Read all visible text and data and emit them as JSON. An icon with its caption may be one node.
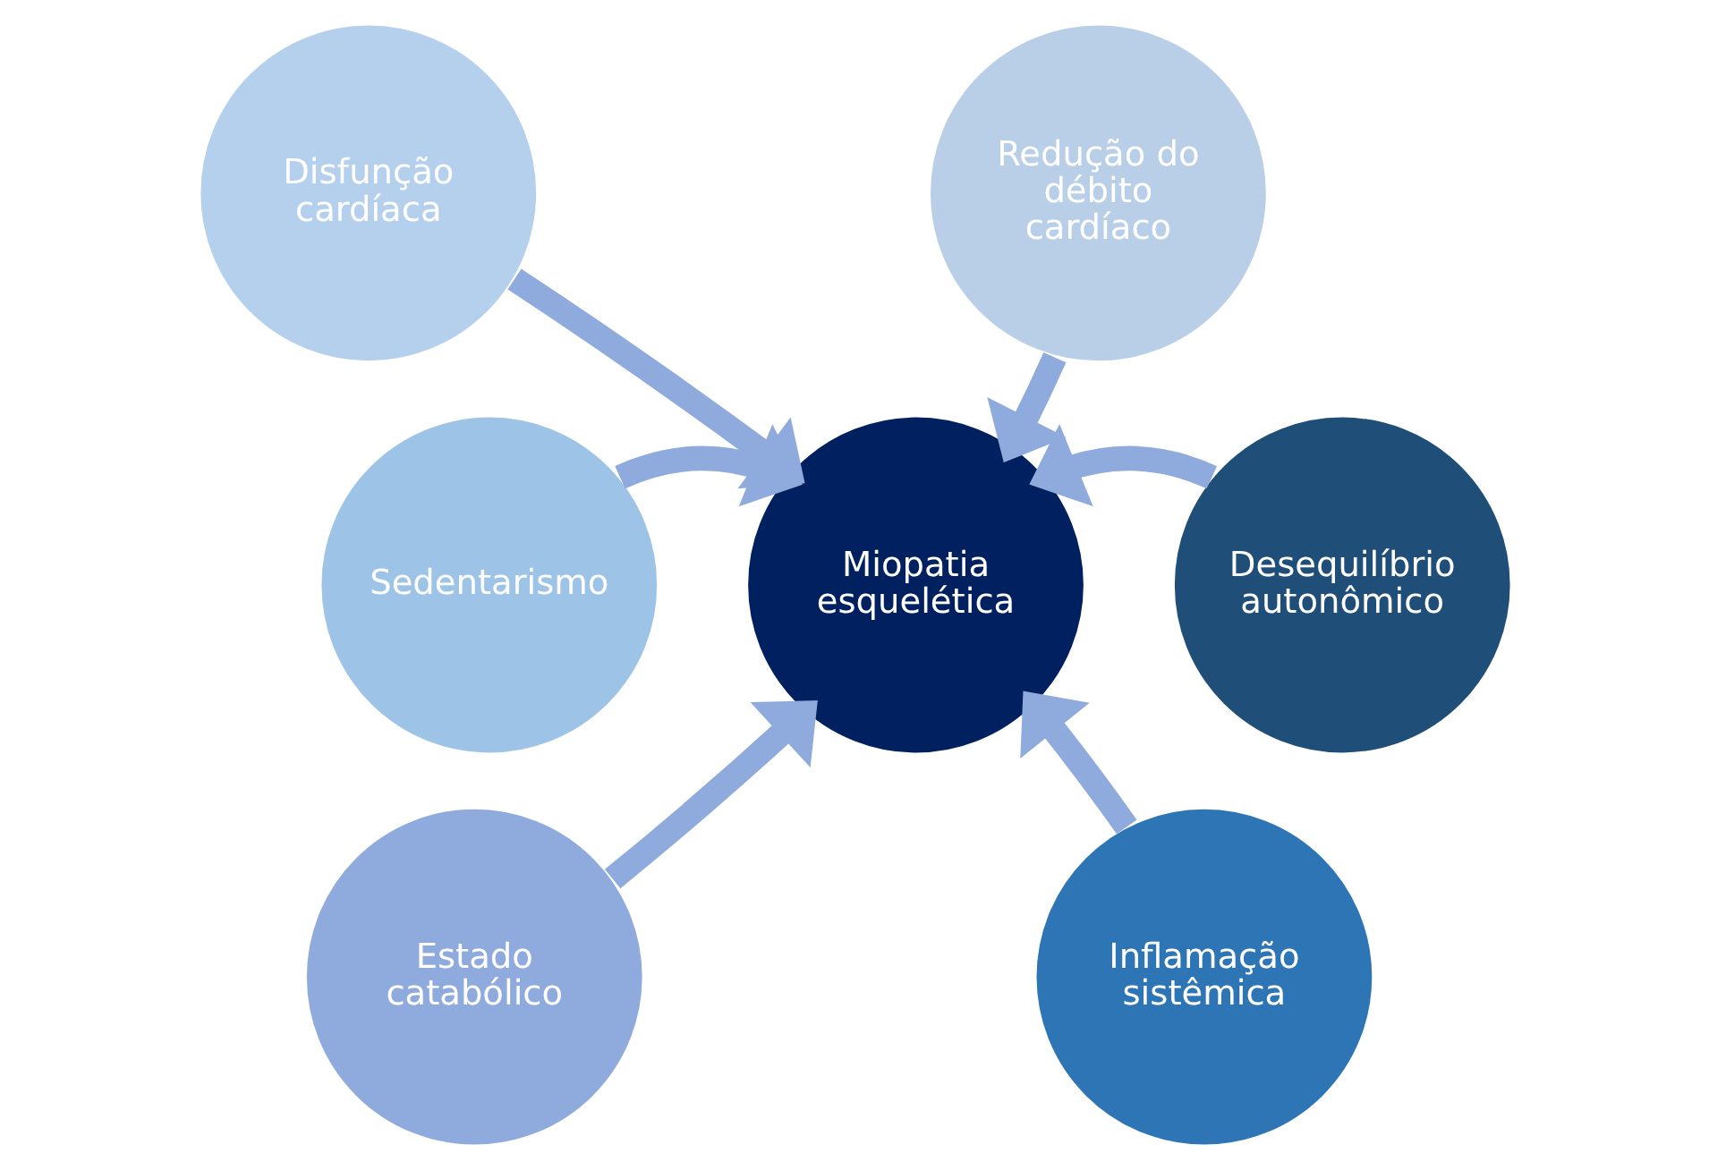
{
  "diagram": {
    "nodes": [
      {
        "text": [
          "Disfunção cardíaca"
        ]
      },
      {
        "text": [
          "Redução do débito cardíaco"
        ]
      },
      {
        "text": [
          "Sedentarismo"
        ]
      },
      {
        "text": [
          "Miopatia esquelética"
        ]
      },
      {
        "text": [
          "Desequilíbrio autonômico"
        ]
      },
      {
        "text": [
          "Estado catabólico"
        ]
      },
      {
        "text": [
          "Inflamação sistêmica"
        ]
      }
    ],
    "edges": [
      {
        "from": 0,
        "to": 3,
        "arrow": "to"
      },
      {
        "from": 1,
        "to": 3,
        "arrow": "to"
      },
      {
        "from": 2,
        "to": 3,
        "arrow": "to"
      },
      {
        "from": 4,
        "to": 3,
        "arrow": "to"
      },
      {
        "from": 5,
        "to": 3,
        "arrow": "to"
      },
      {
        "from": 6,
        "to": 3,
        "arrow": "to"
      }
    ]
  }
}
